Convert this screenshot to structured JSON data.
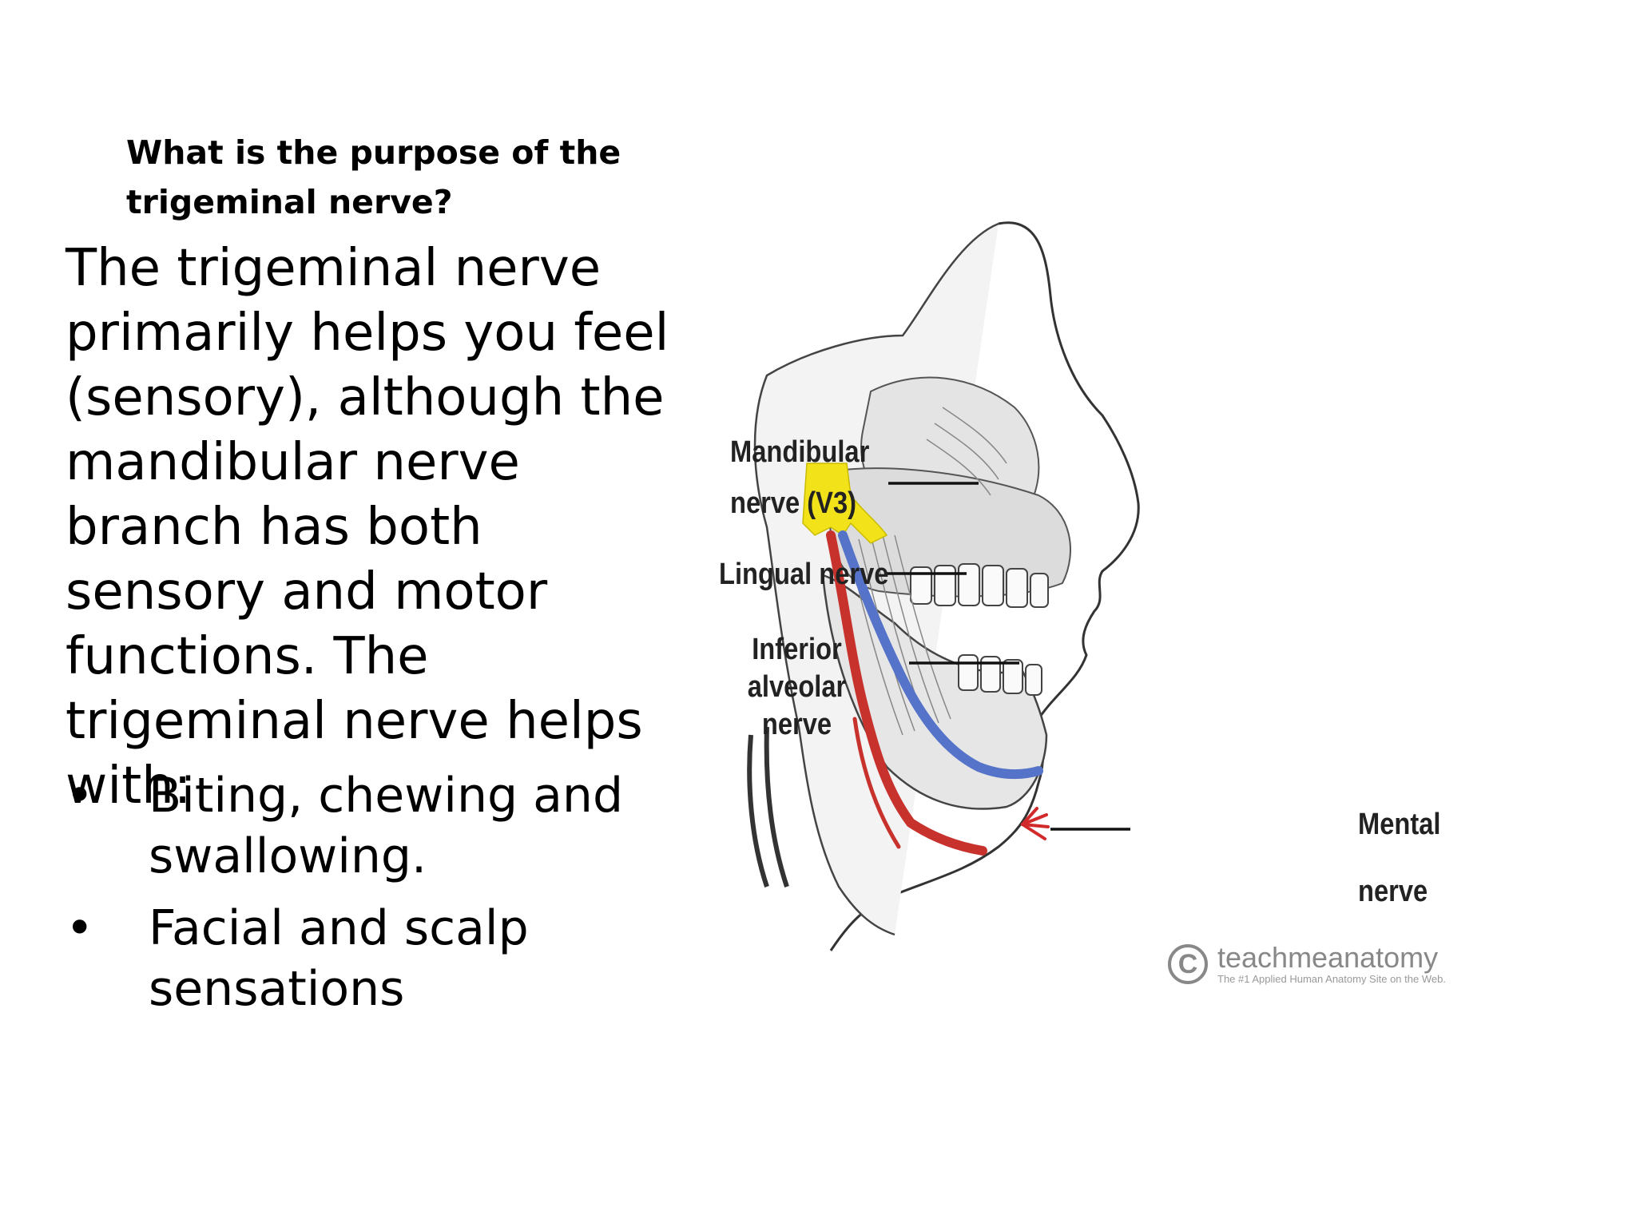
{
  "slide": {
    "question": "What is the purpose of the trigeminal nerve?",
    "body": "The trigeminal nerve primarily helps you feel (sensory), although the mandibular nerve branch has both sensory and motor functions. The trigeminal nerve helps with:",
    "bullet_symbol": "•",
    "bullets": [
      "Biting, chewing and swallowing.",
      "Facial and scalp sensations"
    ]
  },
  "figure": {
    "labels": {
      "mandibular": "Mandibular nerve (V3)",
      "lingual": "Lingual nerve",
      "inferior_alveolar": "Inferior alveolar nerve",
      "mental": "Mental nerve"
    },
    "watermark": {
      "symbol": "C",
      "name": "teachmeanatomy",
      "tagline": "The #1 Applied Human Anatomy Site on the Web."
    },
    "colors": {
      "mandibular_nerve": "#f1e21a",
      "lingual_nerve": "#5573c8",
      "inferior_alveolar_nerve": "#c8322d",
      "mental_nerve": "#d22a2a"
    }
  }
}
